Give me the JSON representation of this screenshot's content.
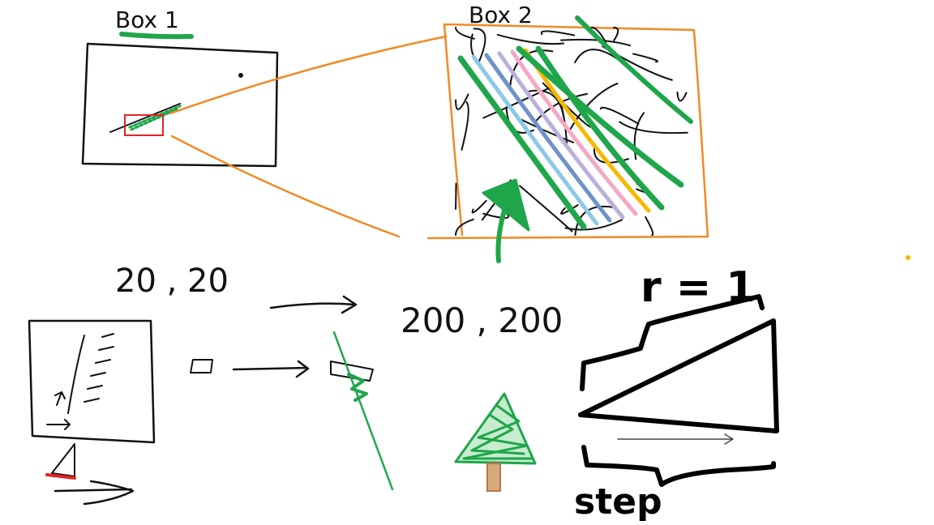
{
  "labels": {
    "box1": "Box 1",
    "box2": "Box 2",
    "grid_small": "20 , 20",
    "grid_large": "200 , 200",
    "radius": "r = 1",
    "step": "step"
  },
  "colors": {
    "ink": "#111111",
    "orange": "#f08a24",
    "green": "#1fa64a",
    "red": "#e02424",
    "brown": "#b5764a",
    "light_blue": "#8cc8ea",
    "steel_blue": "#6f93c9",
    "lavender": "#b9b0dc",
    "pink": "#f4a8c6",
    "yellow": "#f6b800"
  },
  "diagram": {
    "stripe_colors": [
      "green",
      "light_blue",
      "steel_blue",
      "lavender",
      "pink",
      "yellow",
      "green"
    ]
  }
}
